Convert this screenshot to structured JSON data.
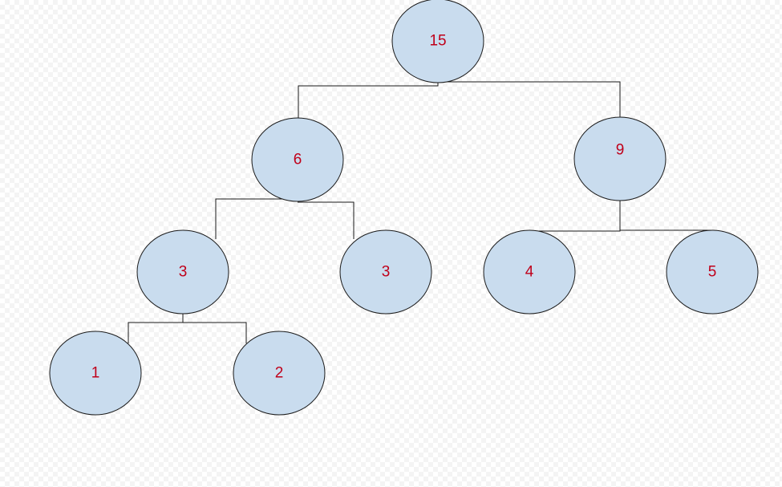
{
  "style": {
    "node_fill": "#c9dcee",
    "label_color": "#c0001a"
  },
  "tree": {
    "nodes": [
      {
        "id": "n15",
        "label": "15"
      },
      {
        "id": "n6",
        "label": "6"
      },
      {
        "id": "n9",
        "label": "9"
      },
      {
        "id": "n3a",
        "label": "3"
      },
      {
        "id": "n3b",
        "label": "3"
      },
      {
        "id": "n4",
        "label": "4"
      },
      {
        "id": "n5",
        "label": "5"
      },
      {
        "id": "n1",
        "label": "1"
      },
      {
        "id": "n2",
        "label": "2"
      }
    ],
    "edges": [
      {
        "from": "n15",
        "to": "n6"
      },
      {
        "from": "n15",
        "to": "n9"
      },
      {
        "from": "n6",
        "to": "n3a"
      },
      {
        "from": "n6",
        "to": "n3b"
      },
      {
        "from": "n9",
        "to": "n4"
      },
      {
        "from": "n9",
        "to": "n5"
      },
      {
        "from": "n3a",
        "to": "n1"
      },
      {
        "from": "n3a",
        "to": "n2"
      }
    ]
  }
}
